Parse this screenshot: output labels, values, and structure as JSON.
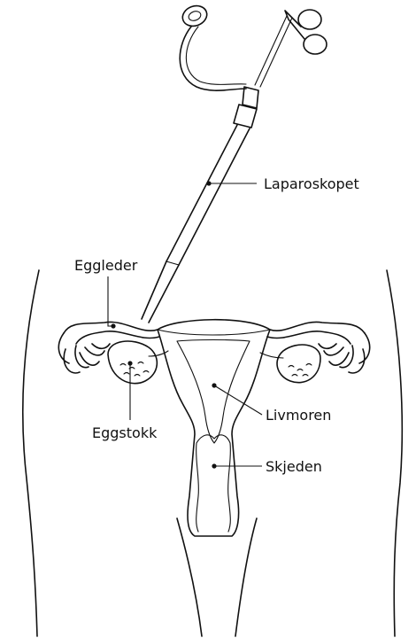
{
  "labels": {
    "laparoskopet": "Laparoskopet",
    "eggleder": "Eggleder",
    "eggstokk": "Eggstokk",
    "livmoren": "Livmoren",
    "skjeden": "Skjeden"
  }
}
